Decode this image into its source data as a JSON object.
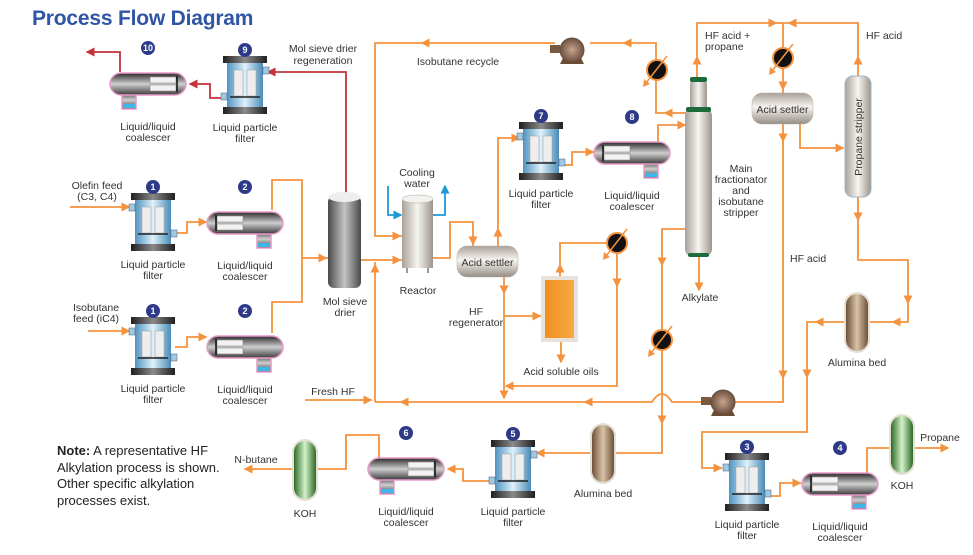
{
  "title": "Process Flow Diagram",
  "note": {
    "bold": "Note:",
    "text": "A representative HF Alkylation process is shown. Other specific alkylation processes exist."
  },
  "colors": {
    "title": "#2f55a4",
    "pipe": "#f5923e",
    "regeneration_pipe": "#c4323a",
    "cooling_water": "#1a9ad6",
    "badge": "#2e3a87",
    "coalescer_outline": "#e89ac8",
    "acid_soluble_oils": "#f39a30"
  },
  "equipment": {
    "filter9": {
      "badge": "9",
      "label": [
        "Liquid particle",
        "filter"
      ]
    },
    "coalescer10": {
      "badge": "10",
      "label": [
        "Liquid/liquid",
        "coalescer"
      ]
    },
    "filter1_olefin": {
      "badge": "1",
      "label": [
        "Liquid particle",
        "filter"
      ]
    },
    "coalescer2_olefin": {
      "badge": "2",
      "label": [
        "Liquid/liquid",
        "coalescer"
      ]
    },
    "filter1_isobutane": {
      "badge": "1",
      "label": [
        "Liquid particle",
        "filter"
      ]
    },
    "coalescer2_isobutane": {
      "badge": "2",
      "label": [
        "Liquid/liquid",
        "coalescer"
      ]
    },
    "filter7": {
      "badge": "7",
      "label": [
        "Liquid particle",
        "filter"
      ]
    },
    "coalescer8": {
      "badge": "8",
      "label": [
        "Liquid/liquid",
        "coalescer"
      ]
    },
    "filter5": {
      "badge": "5",
      "label": [
        "Liquid particle",
        "filter"
      ]
    },
    "coalescer6": {
      "badge": "6",
      "label": [
        "Liquid/liquid",
        "coalescer"
      ]
    },
    "filter3": {
      "badge": "3",
      "label": [
        "Liquid particle",
        "filter"
      ]
    },
    "coalescer4": {
      "badge": "4",
      "label": [
        "Liquid/liquid",
        "coalescer"
      ]
    },
    "mol_sieve_drier": {
      "label": [
        "Mol sieve",
        "drier"
      ]
    },
    "reactor": {
      "label": [
        "Reactor"
      ]
    },
    "acid_settler_1": {
      "label": [
        "Acid settler"
      ]
    },
    "acid_settler_2": {
      "label": [
        "Acid settler"
      ]
    },
    "acid_soluble_oils": {
      "label": [
        "Acid soluble oils"
      ]
    },
    "main_fractionator": {
      "label": [
        "Main",
        "fractionator",
        "and",
        "isobutane",
        "stripper"
      ]
    },
    "propane_stripper": {
      "label": [
        "Propane stripper"
      ]
    },
    "alumina_bed_1": {
      "label": [
        "Alumina bed"
      ]
    },
    "alumina_bed_2": {
      "label": [
        "Alumina bed"
      ]
    },
    "koh_1": {
      "label": [
        "KOH"
      ]
    },
    "koh_2": {
      "label": [
        "KOH"
      ]
    }
  },
  "streams": {
    "mol_sieve_regen": [
      "Mol sieve drier",
      "regeneration"
    ],
    "isobutane_recycle": [
      "Isobutane recycle"
    ],
    "hf_acid_propane": [
      "HF acid +",
      "propane"
    ],
    "hf_acid_top": [
      "HF acid"
    ],
    "hf_acid_mid": [
      "HF acid"
    ],
    "cooling_water": [
      "Cooling",
      "water"
    ],
    "olefin_feed": [
      "Olefin feed",
      "(C3, C4)"
    ],
    "isobutane_feed": [
      "Isobutane",
      "feed (iC4)"
    ],
    "fresh_hf": [
      "Fresh HF"
    ],
    "hf_regenerator": [
      "HF",
      "regenerator"
    ],
    "alkylate": [
      "Alkylate"
    ],
    "n_butane": [
      "N-butane"
    ],
    "propane": [
      "Propane"
    ]
  }
}
